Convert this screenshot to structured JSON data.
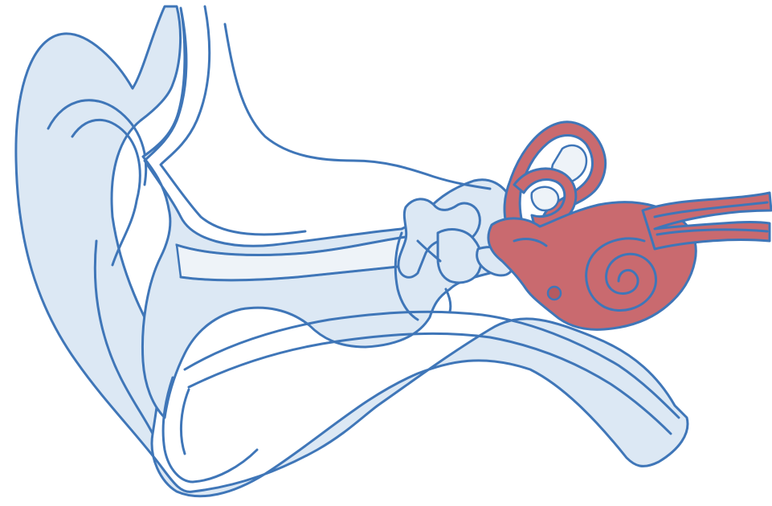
{
  "diagram": {
    "subject": "ear-anatomy",
    "colors": {
      "background": "#ffffff",
      "tissue_fill": "#dce8f4",
      "outline": "#3f76b8",
      "inner_ear_fill": "#c96a6f",
      "inner_ear_outline": "#3f76b8",
      "canal_lumen": "#eef3f8"
    },
    "parts": [
      {
        "id": "outer-ear",
        "icon": "pinna-shape"
      },
      {
        "id": "ear-canal",
        "icon": "canal-shape"
      },
      {
        "id": "ossicles",
        "icon": "ossicle-shape"
      },
      {
        "id": "semicircular-canals",
        "icon": "loop-shape"
      },
      {
        "id": "cochlea",
        "icon": "spiral-shape"
      },
      {
        "id": "auditory-nerve",
        "icon": "nerve-shape"
      },
      {
        "id": "eustachian-tube",
        "icon": "tube-shape"
      }
    ]
  }
}
